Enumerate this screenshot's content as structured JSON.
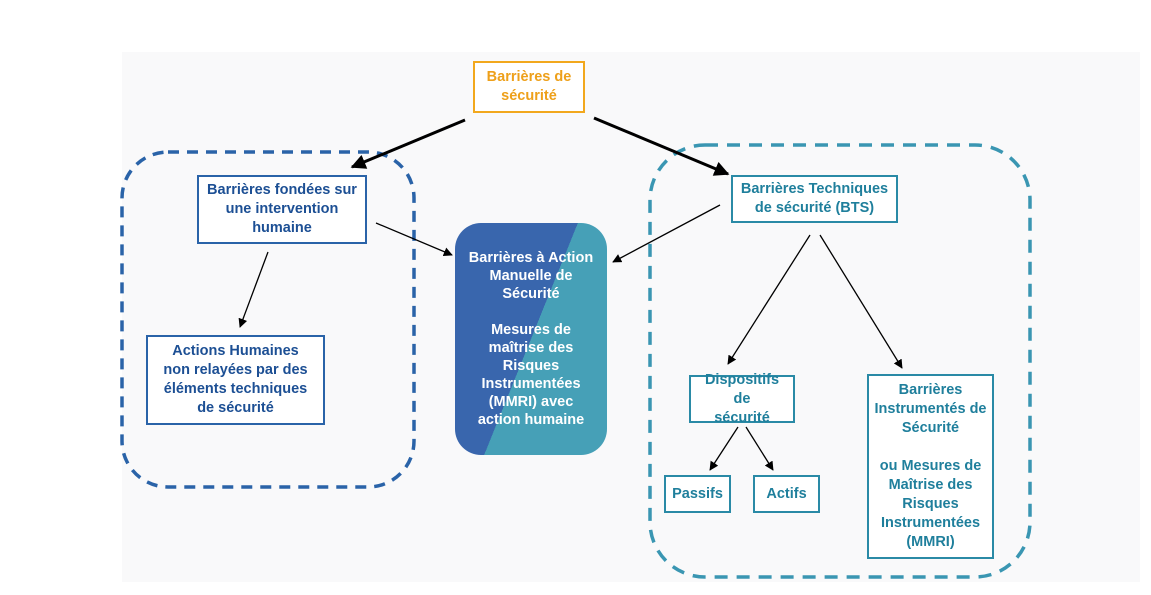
{
  "root": {
    "line1": "Barrières de",
    "line2": "sécurité"
  },
  "human_barriers": {
    "line1": "Barrières fondées sur",
    "line2": "une intervention",
    "line3": "humaine"
  },
  "human_actions": {
    "line1": "Actions Humaines",
    "line2": "non relayées par des",
    "line3": "éléments techniques",
    "line4": "de sécurité"
  },
  "manual_action": {
    "part1": {
      "line1": "Barrières à Action",
      "line2": "Manuelle de",
      "line3": "Sécurité"
    },
    "part2": {
      "line1": "Mesures de",
      "line2": "maîtrise des",
      "line3": "Risques",
      "line4": "Instrumentées",
      "line5": "(MMRI) avec",
      "line6": "action humaine"
    }
  },
  "technical_barriers": {
    "line1": "Barrières Techniques",
    "line2": "de sécurité (BTS)"
  },
  "safety_devices": {
    "line1": "Dispositifs de",
    "line2": "sécurité"
  },
  "passive": {
    "label": "Passifs"
  },
  "active": {
    "label": "Actifs"
  },
  "instrumented": {
    "part1": {
      "line1": "Barrières",
      "line2": "Instrumentés de",
      "line3": "Sécurité"
    },
    "part2": {
      "line1": "ou Mesures de",
      "line2": "Maîtrise des",
      "line3": "Risques",
      "line4": "Instrumentées",
      "line5": "(MMRI)"
    }
  },
  "colors": {
    "orange": "#f2a81d",
    "blue": "#2a63a8",
    "teal": "#2a8aa6",
    "center_blue": "#3966ad",
    "center_teal": "#46a0b7"
  }
}
